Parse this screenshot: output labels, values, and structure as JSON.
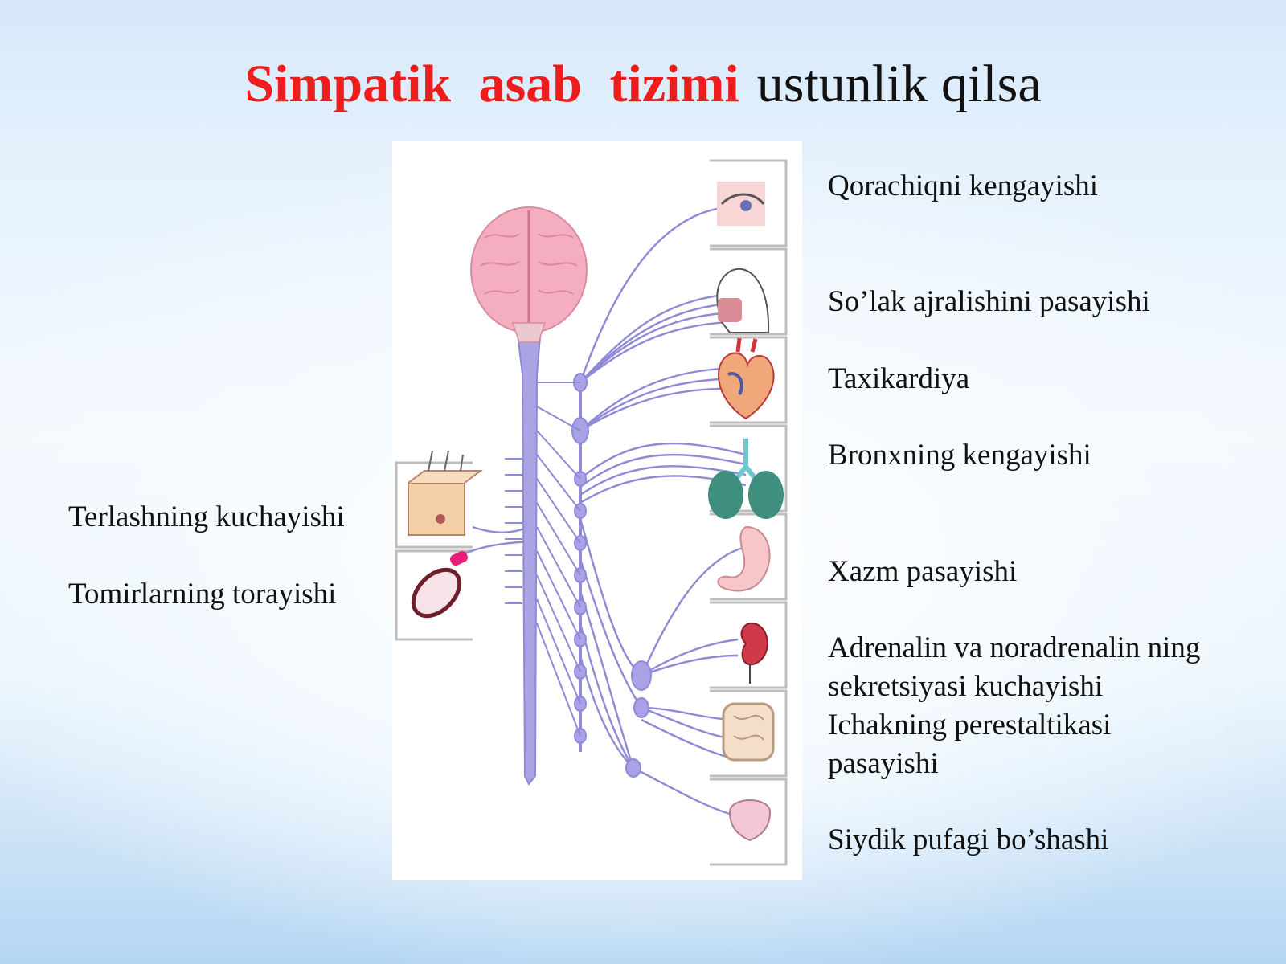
{
  "title": {
    "emphasis": "Simpatik  asab  tizimi",
    "rest": "ustunlik qilsa"
  },
  "labels_right": [
    "Qorachiqni kengayishi",
    "So’lak ajralishini pasayishi",
    "Taxikardiya",
    "Bronxning kengayishi",
    "Xazm pasayishi",
    "Adrenalin va noradrenalin ning sekretsiyasi kuchayishi",
    "Ichakning perestaltikasi pasayishi",
    "Siydik pufagi bo’shashi"
  ],
  "labels_left": [
    "Terlashning kuchayishi",
    "Tomirlarning torayishi"
  ],
  "colors": {
    "title_emphasis": "#ee1c1c",
    "nerve": "#8f89d6",
    "brain": "#f4aebf"
  }
}
